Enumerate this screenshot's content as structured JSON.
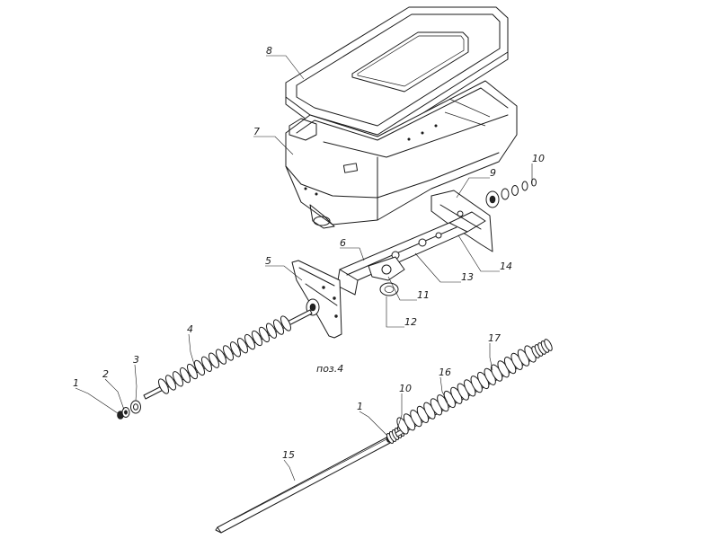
{
  "labels": {
    "p1a": "1",
    "p1b": "1",
    "p2": "2",
    "p3": "3",
    "p4": "4",
    "p5": "5",
    "p6": "6",
    "p7": "7",
    "p8": "8",
    "p9": "9",
    "p10a": "10",
    "p10b": "10",
    "p11": "11",
    "p12": "12",
    "p13": "13",
    "p14": "14",
    "p15": "15",
    "p16": "16",
    "p17": "17"
  },
  "caption": "поз.4"
}
